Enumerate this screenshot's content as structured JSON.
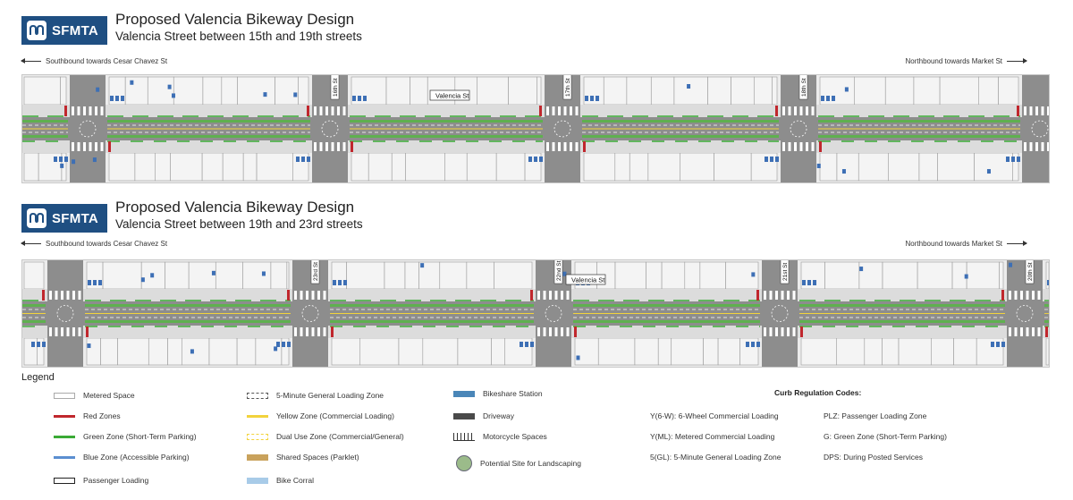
{
  "panels": [
    {
      "logo": "SFMTA",
      "title": "Proposed Valencia Bikeway Design",
      "subtitle": "Valencia Street between 15th and 19th streets",
      "southbound": "Southbound towards Cesar Chavez St",
      "northbound": "Northbound towards Market St",
      "street_label": "Valencia St",
      "cross_streets": [
        "16th St",
        "17th St",
        "18th St"
      ]
    },
    {
      "logo": "SFMTA",
      "title": "Proposed Valencia Bikeway Design",
      "subtitle": "Valencia Street between 19th and 23rd streets",
      "southbound": "Southbound towards Cesar Chavez St",
      "northbound": "Northbound towards Market St",
      "street_label": "Valencia St",
      "cross_streets": [
        "23rd St",
        "22nd St",
        "21st St",
        "20th St"
      ]
    }
  ],
  "legend": {
    "title": "Legend",
    "items": [
      {
        "label": "Metered Space",
        "kind": "metered",
        "color": "#ffffff"
      },
      {
        "label": "Red Zones",
        "kind": "line",
        "color": "#c0272d"
      },
      {
        "label": "Green Zone (Short-Term Parking)",
        "kind": "line",
        "color": "#3aaa35"
      },
      {
        "label": "Blue Zone (Accessible Parking)",
        "kind": "line",
        "color": "#5b8fd0"
      },
      {
        "label": "Passenger Loading",
        "kind": "box",
        "color": "#222222"
      },
      {
        "label": "5-Minute General Loading Zone",
        "kind": "dashedbox",
        "color": "#555555"
      },
      {
        "label": "Yellow Zone (Commercial Loading)",
        "kind": "line",
        "color": "#f2d33c"
      },
      {
        "label": "Dual Use Zone (Commercial/General)",
        "kind": "dashedyellow",
        "color": "#f2d33c"
      },
      {
        "label": "Shared Spaces (Parklet)",
        "kind": "fill",
        "color": "#c9a25c"
      },
      {
        "label": "Bike Corral",
        "kind": "fill",
        "color": "#a8cbe8"
      },
      {
        "label": "Bikeshare Station",
        "kind": "fill",
        "color": "#4a86b8"
      },
      {
        "label": "Driveway",
        "kind": "fill",
        "color": "#4a4a4a"
      },
      {
        "label": "Motorcycle Spaces",
        "kind": "moto",
        "color": "#333333"
      },
      {
        "label": "Potential Site for Landscaping",
        "kind": "circle",
        "color": "#9bbb8a"
      }
    ]
  },
  "codes": {
    "title": "Curb Regulation Codes:",
    "left": [
      "Y(6-W): 6-Wheel Commercial Loading",
      "Y(ML): Metered Commercial Loading",
      "5(GL): 5-Minute General Loading Zone"
    ],
    "right": [
      "PLZ: Passenger Loading Zone",
      "G: Green Zone (Short-Term Parking)",
      "DPS: During Posted Services"
    ]
  },
  "colors": {
    "brand": "#1f4f82",
    "road": "#8d8d8d",
    "bike_lane": "#5fb04f",
    "sidewalk": "#dcdcdc",
    "parcel_bg": "#ececec",
    "red_zone": "#c0272d",
    "blue_marker": "#3d6fb5"
  }
}
